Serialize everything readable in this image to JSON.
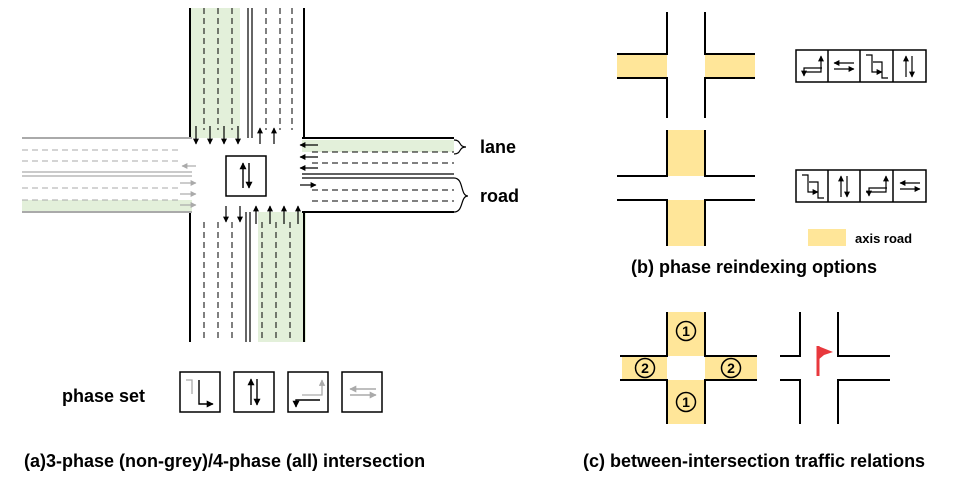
{
  "panel_a": {
    "label_lane": "lane",
    "label_road": "road",
    "label_phase_set": "phase set",
    "caption": "(a)3-phase (non-grey)/4-phase (all) intersection"
  },
  "panel_b": {
    "legend_label": "axis road",
    "caption": "(b) phase reindexing options"
  },
  "panel_c": {
    "badge_north": "1",
    "badge_south": "1",
    "badge_west": "2",
    "badge_east": "2",
    "caption": "(c) between-intersection traffic relations"
  },
  "colors": {
    "lane_highlight": "#e3f0da",
    "axis_road": "#ffe699",
    "flag": "#e8383d",
    "grey_movement": "#aaaaaa"
  },
  "icons": [
    "flag-icon",
    "phase-icon",
    "arrow-icon"
  ]
}
